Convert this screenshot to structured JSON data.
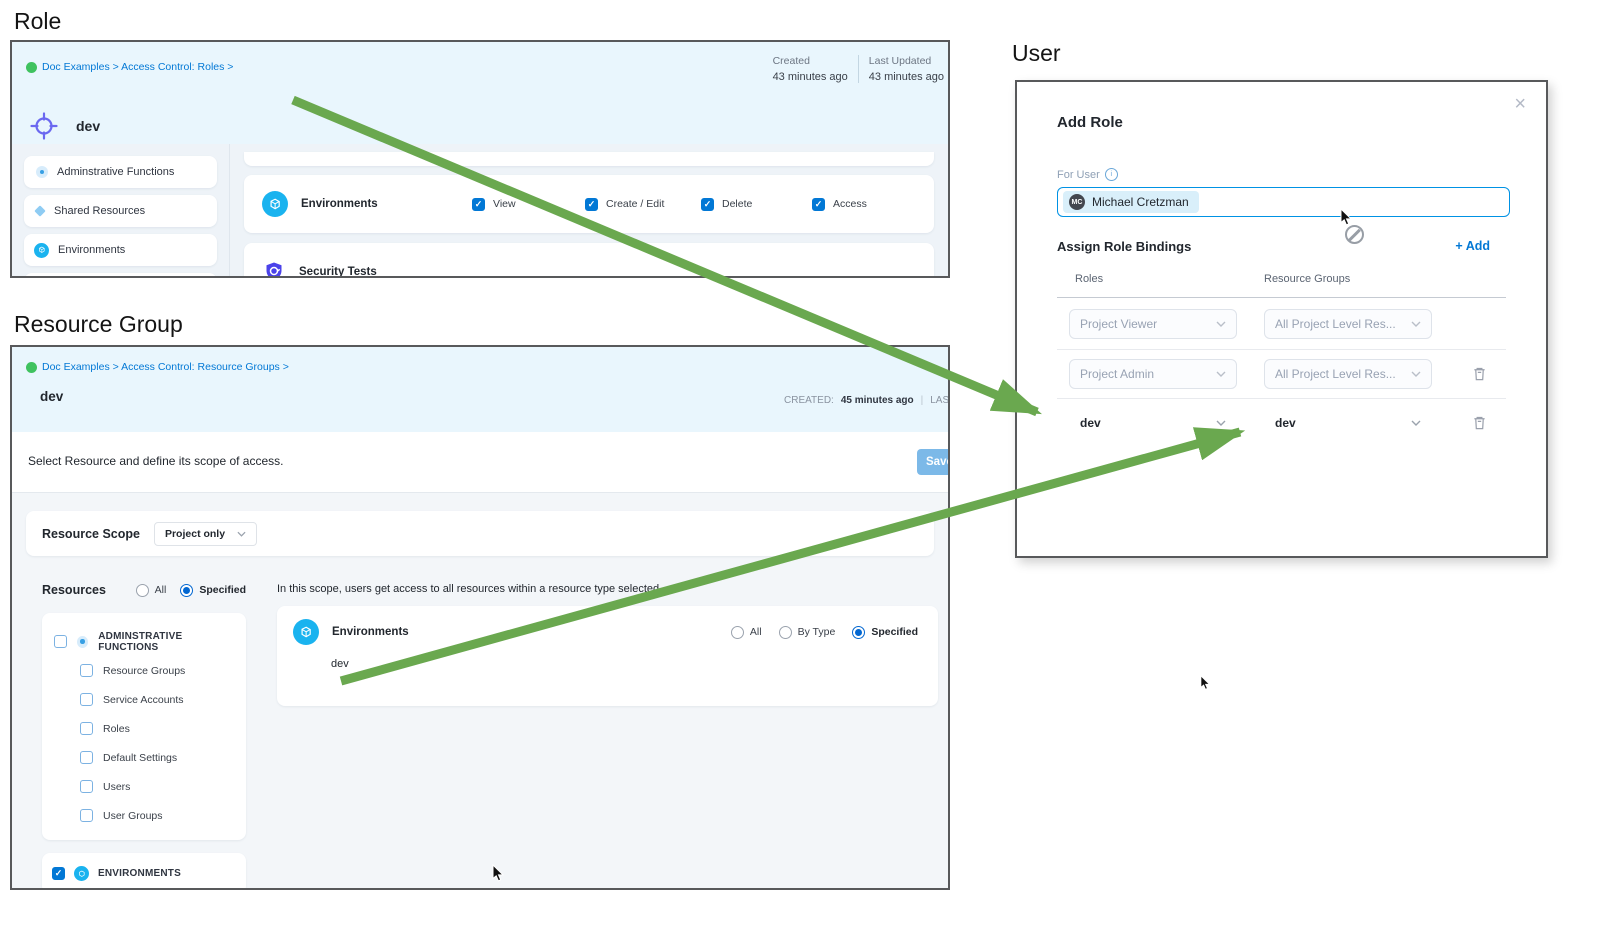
{
  "sections": {
    "role": "Role",
    "resource_group": "Resource Group",
    "user": "User"
  },
  "colors": {
    "accent": "#0278d5",
    "arrow_green": "#6aa84f",
    "header_bg": "#e9f6fd",
    "panel_border": "#58595b"
  },
  "role_panel": {
    "breadcrumb": "Doc Examples > Access Control: Roles >",
    "name": "dev",
    "created": {
      "label": "Created",
      "value": "43 minutes ago"
    },
    "last_updated": {
      "label": "Last Updated",
      "value": "43 minutes ago"
    },
    "sidebar_items": [
      {
        "label": "Adminstrative Functions"
      },
      {
        "label": "Shared Resources"
      },
      {
        "label": "Environments"
      }
    ],
    "environments_row": {
      "label": "Environments",
      "permissions": [
        {
          "label": "View",
          "checked": true
        },
        {
          "label": "Create / Edit",
          "checked": true
        },
        {
          "label": "Delete",
          "checked": true
        },
        {
          "label": "Access",
          "checked": true
        }
      ]
    },
    "security_row": {
      "label": "Security Tests"
    }
  },
  "resource_group_panel": {
    "breadcrumb": "Doc Examples > Access Control: Resource Groups >",
    "name": "dev",
    "created": {
      "label": "CREATED:",
      "value": "45 minutes ago"
    },
    "last_updated_label": "LAST UPD",
    "instruction": "Select Resource and define its scope of access.",
    "save_label": "Save",
    "resource_scope": {
      "label": "Resource Scope",
      "value": "Project only"
    },
    "resources": {
      "label": "Resources",
      "options": [
        {
          "label": "All",
          "selected": false
        },
        {
          "label": "Specified",
          "selected": true
        }
      ]
    },
    "admin_tree": {
      "label": "ADMINSTRATIVE FUNCTIONS",
      "checked": false,
      "children": [
        {
          "label": "Resource Groups"
        },
        {
          "label": "Service Accounts"
        },
        {
          "label": "Roles"
        },
        {
          "label": "Default Settings"
        },
        {
          "label": "Users"
        },
        {
          "label": "User Groups"
        }
      ]
    },
    "environments_tree": {
      "label": "ENVIRONMENTS",
      "checked": true
    },
    "scope_hint": "In this scope, users get access to all resources within a resource type selected",
    "environments_scope": {
      "label": "Environments",
      "options": [
        {
          "label": "All",
          "selected": false
        },
        {
          "label": "By Type",
          "selected": false
        },
        {
          "label": "Specified",
          "selected": true
        }
      ],
      "item": "dev"
    }
  },
  "user_dialog": {
    "title": "Add Role",
    "for_user_label": "For User",
    "user": {
      "initials": "MC",
      "name": "Michael Cretzman"
    },
    "bindings": {
      "label": "Assign Role Bindings",
      "add_label": "+ Add",
      "columns": {
        "roles": "Roles",
        "resource_groups": "Resource Groups"
      },
      "rows": [
        {
          "role": "Project Viewer",
          "resource_group": "All Project Level Res...",
          "deletable": false
        },
        {
          "role": "Project Admin",
          "resource_group": "All Project Level Res...",
          "deletable": true
        },
        {
          "role": "dev",
          "resource_group": "dev",
          "deletable": true
        }
      ]
    }
  }
}
